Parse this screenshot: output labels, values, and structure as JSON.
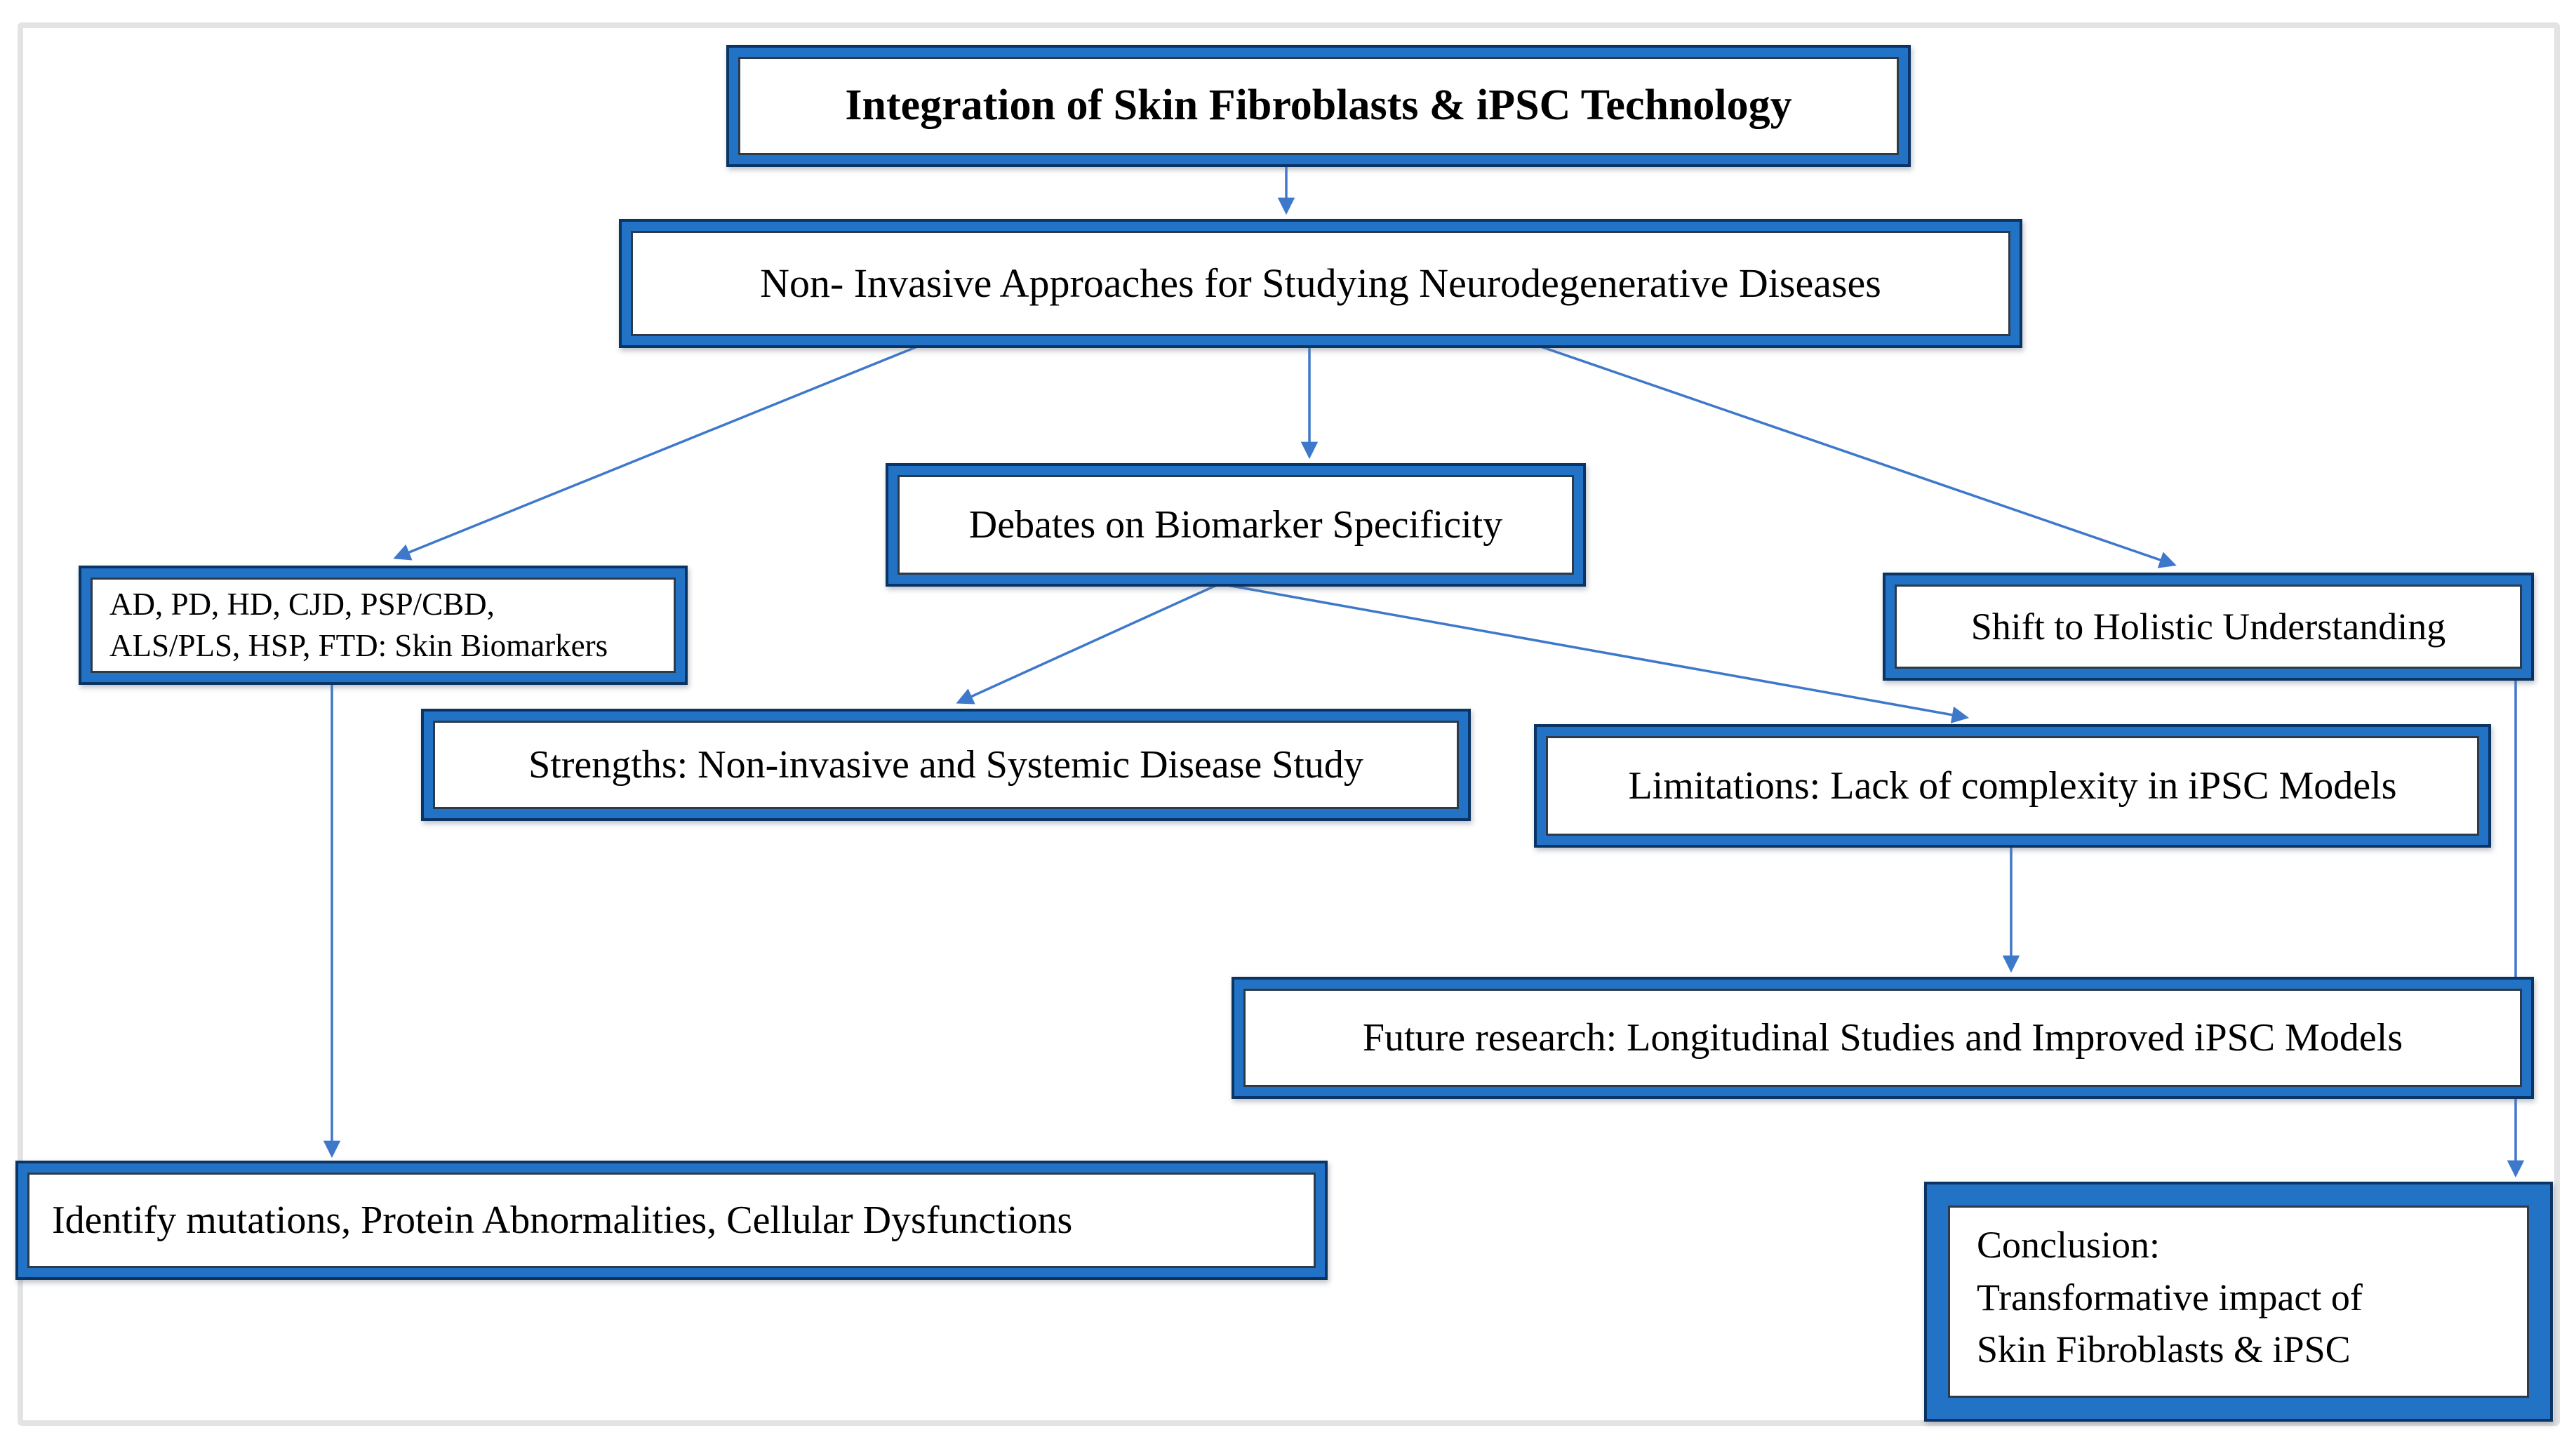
{
  "figure": {
    "background": "#ffffff",
    "frame_color": "#e3e3e3",
    "accent_blue": "#2272c5",
    "border_dark": "#0a3464",
    "inner_line": "#2d3a49",
    "arrow_blue": "#3e78ca",
    "text_color": "#000000"
  },
  "nodes": {
    "title": {
      "label": "Integration of Skin Fibroblasts & iPSC Technology"
    },
    "noninvasive": {
      "label": "Non- Invasive Approaches for Studying Neurodegenerative Diseases"
    },
    "debates": {
      "label": "Debates on Biomarker Specificity"
    },
    "skin_biomarkers": {
      "label": "AD, PD, HD, CJD, PSP/CBD,\nALS/PLS, HSP, FTD: Skin Biomarkers"
    },
    "holistic": {
      "label": "Shift to Holistic Understanding"
    },
    "strengths": {
      "label": "Strengths: Non-invasive and Systemic Disease Study"
    },
    "limitations": {
      "label": "Limitations: Lack of complexity in iPSC Models"
    },
    "future": {
      "label": "Future research: Longitudinal Studies and Improved iPSC Models"
    },
    "identify": {
      "label": "Identify mutations, Protein Abnormalities, Cellular Dysfunctions"
    },
    "conclusion": {
      "label": "Conclusion:\nTransformative impact of\nSkin Fibroblasts & iPSC"
    }
  },
  "edges": [
    {
      "from": "title",
      "to": "noninvasive"
    },
    {
      "from": "noninvasive",
      "to": "skin_biomarkers"
    },
    {
      "from": "noninvasive",
      "to": "debates"
    },
    {
      "from": "noninvasive",
      "to": "holistic"
    },
    {
      "from": "debates",
      "to": "strengths"
    },
    {
      "from": "debates",
      "to": "limitations"
    },
    {
      "from": "skin_biomarkers",
      "to": "identify"
    },
    {
      "from": "limitations",
      "to": "future"
    },
    {
      "from": "holistic",
      "to": "conclusion"
    }
  ]
}
